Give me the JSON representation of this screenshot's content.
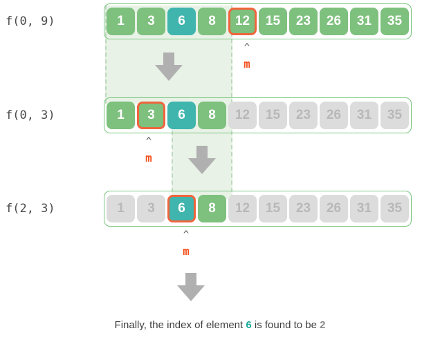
{
  "diagram": {
    "title": "binary-search-recursion-steps",
    "colors": {
      "green": "#7ec07e",
      "teal": "#3fb5ae",
      "gray": "#dcdcdc",
      "marker_orange": "#f4511e",
      "band_green": "#e8f2e6",
      "container_border": "#79c47e"
    },
    "rows": [
      {
        "label": "f(0, 9)",
        "cells": [
          {
            "value": "1",
            "state": "green",
            "marked": false
          },
          {
            "value": "3",
            "state": "green",
            "marked": false
          },
          {
            "value": "6",
            "state": "teal",
            "marked": false
          },
          {
            "value": "8",
            "state": "green",
            "marked": false
          },
          {
            "value": "12",
            "state": "green",
            "marked": true
          },
          {
            "value": "15",
            "state": "green",
            "marked": false
          },
          {
            "value": "23",
            "state": "green",
            "marked": false
          },
          {
            "value": "26",
            "state": "green",
            "marked": false
          },
          {
            "value": "31",
            "state": "green",
            "marked": false
          },
          {
            "value": "35",
            "state": "green",
            "marked": false
          }
        ]
      },
      {
        "label": "f(0, 3)",
        "cells": [
          {
            "value": "1",
            "state": "green",
            "marked": false
          },
          {
            "value": "3",
            "state": "green",
            "marked": true
          },
          {
            "value": "6",
            "state": "teal",
            "marked": false
          },
          {
            "value": "8",
            "state": "green",
            "marked": false
          },
          {
            "value": "12",
            "state": "gray",
            "marked": false
          },
          {
            "value": "15",
            "state": "gray",
            "marked": false
          },
          {
            "value": "23",
            "state": "gray",
            "marked": false
          },
          {
            "value": "26",
            "state": "gray",
            "marked": false
          },
          {
            "value": "31",
            "state": "gray",
            "marked": false
          },
          {
            "value": "35",
            "state": "gray",
            "marked": false
          }
        ]
      },
      {
        "label": "f(2, 3)",
        "cells": [
          {
            "value": "1",
            "state": "gray",
            "marked": false
          },
          {
            "value": "3",
            "state": "gray",
            "marked": false
          },
          {
            "value": "6",
            "state": "teal",
            "marked": true
          },
          {
            "value": "8",
            "state": "green",
            "marked": false
          },
          {
            "value": "12",
            "state": "gray",
            "marked": false
          },
          {
            "value": "15",
            "state": "gray",
            "marked": false
          },
          {
            "value": "23",
            "state": "gray",
            "marked": false
          },
          {
            "value": "26",
            "state": "gray",
            "marked": false
          },
          {
            "value": "31",
            "state": "gray",
            "marked": false
          },
          {
            "value": "35",
            "state": "gray",
            "marked": false
          }
        ]
      }
    ],
    "markers": [
      {
        "caret": "^",
        "label": "m"
      },
      {
        "caret": "^",
        "label": "m"
      },
      {
        "caret": "^",
        "label": "m"
      }
    ],
    "caption": {
      "part1": "Finally, the index of element ",
      "target": "6",
      "part2": " is found to be ",
      "index": "2"
    }
  }
}
